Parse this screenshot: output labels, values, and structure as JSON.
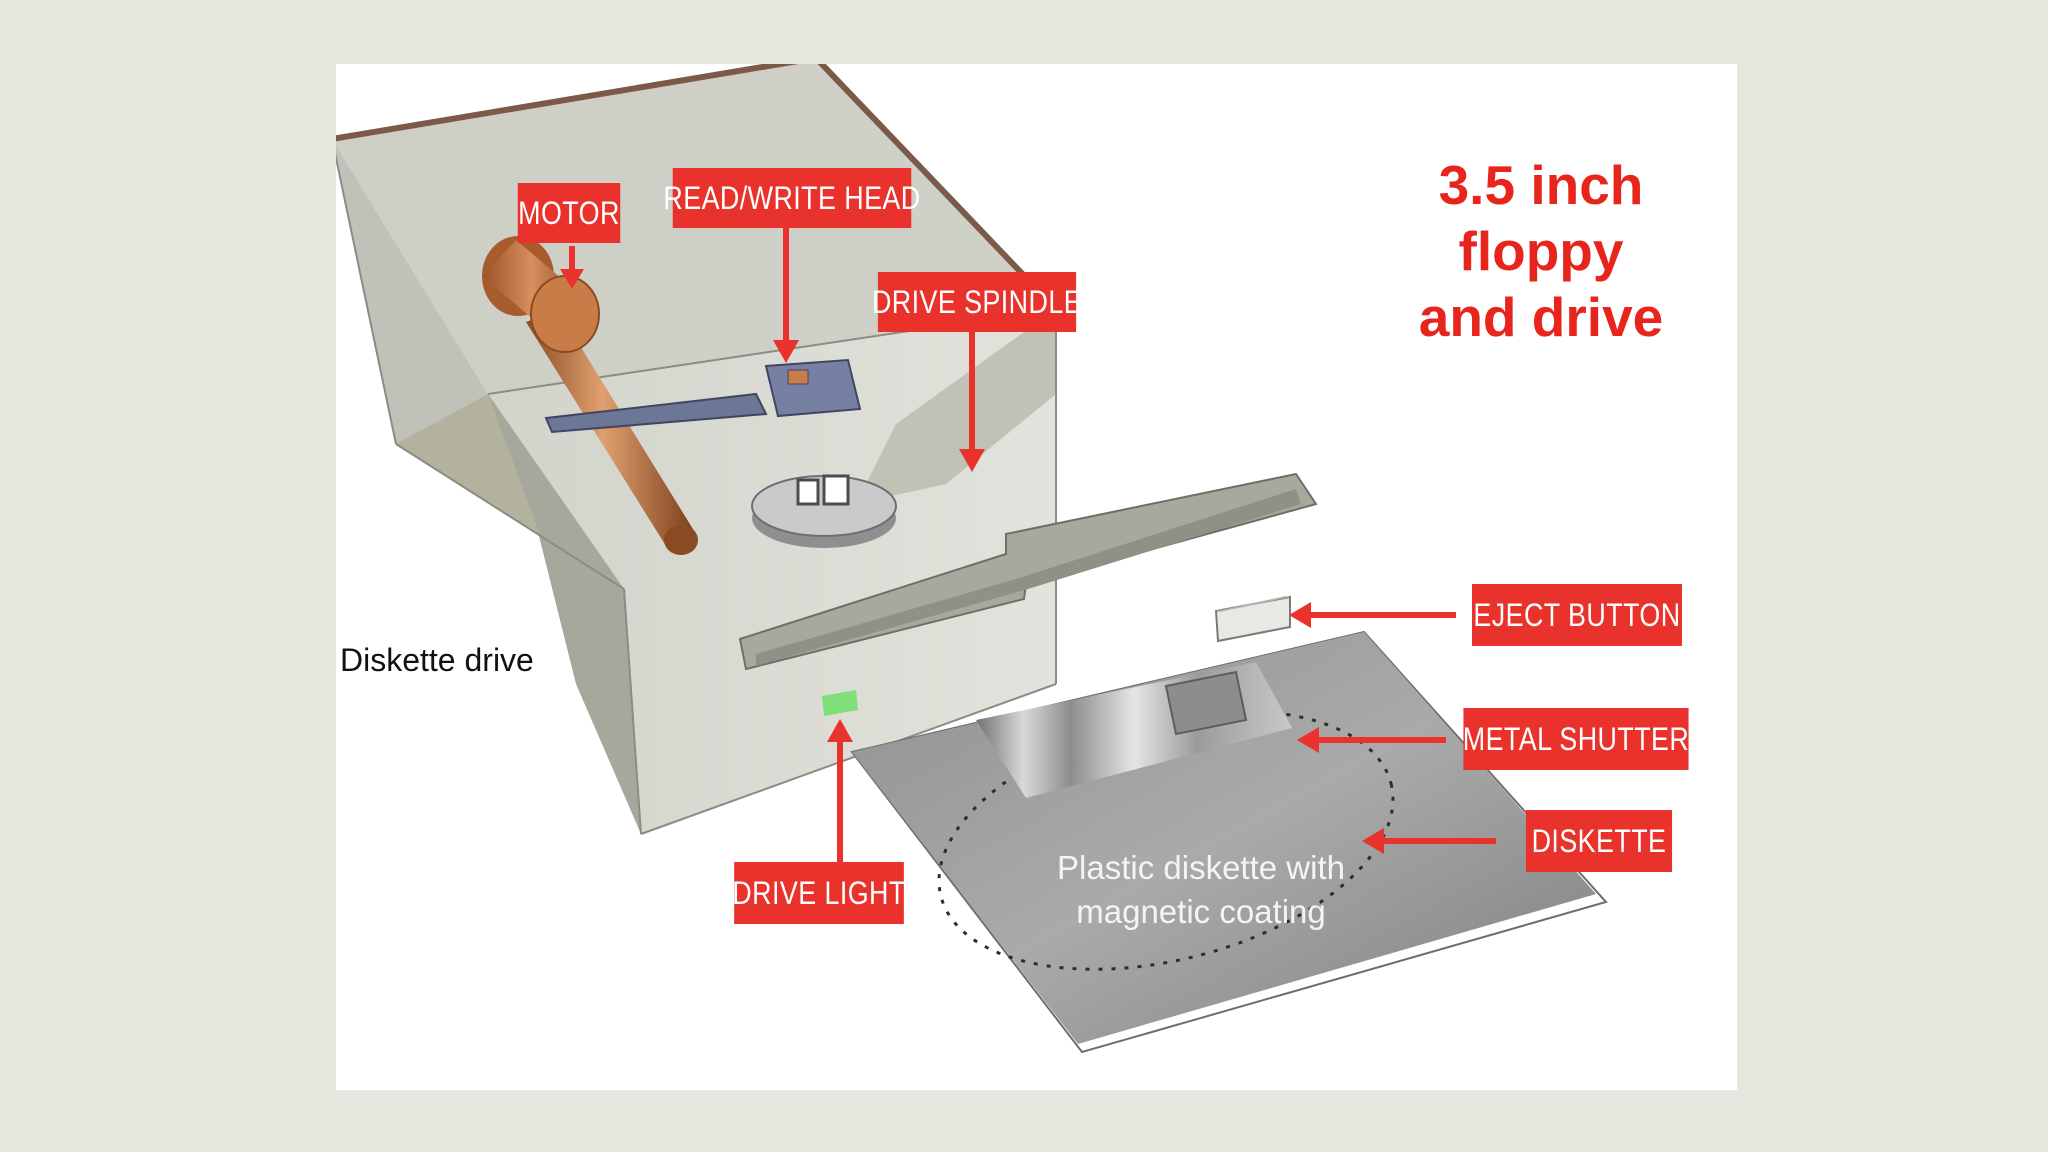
{
  "title": {
    "line1": "3.5 inch",
    "line2": "floppy",
    "line3": "and drive"
  },
  "labels": {
    "motor": "MOTOR",
    "read_write_head": "READ/WRITE HEAD",
    "drive_spindle": "DRIVE SPINDLE",
    "eject_button": "EJECT BUTTON",
    "metal_shutter": "METAL SHUTTER",
    "diskette": "DISKETTE",
    "drive_light": "DRIVE LIGHT",
    "diskette_drive": "Diskette drive"
  },
  "diskette_caption": {
    "line1": "Plastic diskette with",
    "line2": "magnetic coating"
  },
  "colors": {
    "label_background": "#e8322b",
    "title_text": "#e8251c",
    "drive_light": "#7fe07a"
  }
}
